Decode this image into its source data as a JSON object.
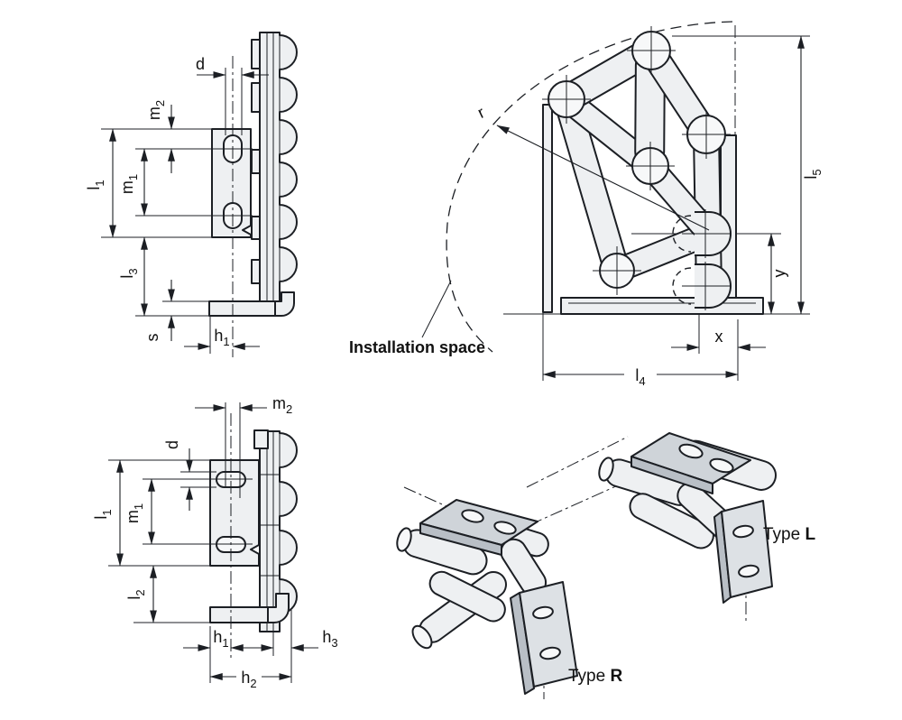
{
  "drawing": {
    "kind": "technical-drawing-multi-joint-hinge",
    "colors": {
      "line": "#1c1f24",
      "fill_light": "#eef0f2",
      "fill_mid": "#cfd4d9",
      "fill_dark": "#b9bfc6",
      "background": "#ffffff"
    },
    "labels": {
      "d": "d",
      "s": "s",
      "x": "x",
      "y": "y",
      "r": "r",
      "m1": {
        "main": "m",
        "sub": "1"
      },
      "m2": {
        "main": "m",
        "sub": "2"
      },
      "l1": {
        "main": "l",
        "sub": "1"
      },
      "l2": {
        "main": "l",
        "sub": "2"
      },
      "l3": {
        "main": "l",
        "sub": "3"
      },
      "l4": {
        "main": "l",
        "sub": "4"
      },
      "l5": {
        "main": "l",
        "sub": "5"
      },
      "h1": {
        "main": "h",
        "sub": "1"
      },
      "h2": {
        "main": "h",
        "sub": "2"
      },
      "h3": {
        "main": "h",
        "sub": "3"
      }
    },
    "annotations": {
      "installation_space": "Installation space",
      "type_prefix": "Type ",
      "type_l_letter": "L",
      "type_r_letter": "R"
    }
  }
}
